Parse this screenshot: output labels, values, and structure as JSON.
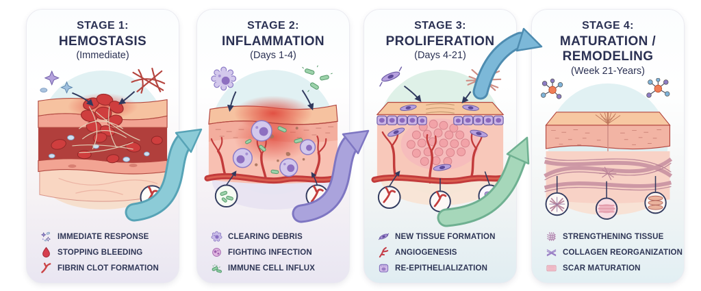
{
  "cards": [
    {
      "stage_label": "STAGE 1:",
      "name": "HEMOSTASIS",
      "timing": "(Immediate)",
      "illustration": "injured-blood-vessel-with-platelet-clot",
      "bullets": [
        {
          "icon": "platelets-icon",
          "text": "IMMEDIATE RESPONSE"
        },
        {
          "icon": "blood-drop-icon",
          "text": "STOPPING BLEEDING"
        },
        {
          "icon": "fibrin-clot-icon",
          "text": "FIBRIN CLOT FORMATION"
        }
      ]
    },
    {
      "stage_label": "STAGE 2:",
      "name": "INFLAMMATION",
      "timing": "(Days 1-4)",
      "illustration": "inflamed-skin-with-immune-cells-and-bacteria",
      "bullets": [
        {
          "icon": "macrophage-icon",
          "text": "CLEARING DEBRIS"
        },
        {
          "icon": "immune-cell-icon",
          "text": "FIGHTING INFECTION"
        },
        {
          "icon": "bacteria-icon",
          "text": "IMMUNE CELL INFLUX"
        }
      ]
    },
    {
      "stage_label": "STAGE 3:",
      "name": "PROLIFERATION",
      "timing": "(Days 4-21)",
      "illustration": "granulation-tissue-new-vessels-epithelium",
      "bullets": [
        {
          "icon": "fibroblast-icon",
          "text": "NEW TISSUE FORMATION"
        },
        {
          "icon": "angiogenesis-icon",
          "text": "ANGIOGENESIS"
        },
        {
          "icon": "epithelium-icon",
          "text": "RE-EPITHELIALIZATION"
        }
      ]
    },
    {
      "stage_label": "STAGE 4:",
      "name": "MATURATION / REMODELING",
      "timing": "(Week 21-Years)",
      "illustration": "remodeled-skin-with-crosslinked-collagen-scar",
      "bullets": [
        {
          "icon": "woven-tissue-icon",
          "text": "STRENGTHENING TISSUE"
        },
        {
          "icon": "collagen-fibers-icon",
          "text": "COLLAGEN REORGANIZATION"
        },
        {
          "icon": "scar-icon",
          "text": "SCAR MATURATION"
        }
      ]
    }
  ],
  "connectors": [
    {
      "name": "stage1-to-stage2-arrow",
      "color": "#8ccbd7",
      "border": "#57a3b6"
    },
    {
      "name": "stage2-to-stage3-arrow",
      "color": "#aaa3dc",
      "border": "#7e76c2"
    },
    {
      "name": "stage3-to-stage4-arrow",
      "color": "#a6d7ba",
      "border": "#6fb091"
    },
    {
      "name": "stage3-to-stage4-top-arrow",
      "color": "#7cb8d8",
      "border": "#4e8cb0"
    }
  ],
  "colors": {
    "title_text": "#2b3153",
    "bullet_text": "#2e3555",
    "card_border": "#ebebf1",
    "annotation_arrow": "#303a5e",
    "vessel_red": "#c23b3b",
    "cell_purple": "#8b7ac6",
    "bacteria_green": "#55996a"
  }
}
